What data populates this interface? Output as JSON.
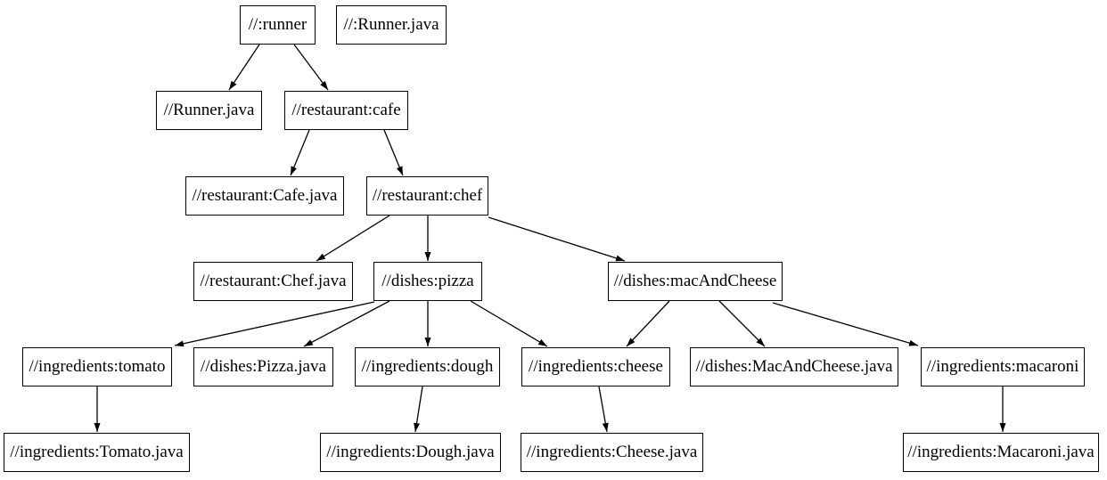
{
  "diagram": {
    "type": "dependency-graph",
    "background_color": "#ffffff",
    "node_fill": "#ffffff",
    "node_border_color": "#000000",
    "text_color": "#000000",
    "edge_color": "#000000",
    "nodes": [
      {
        "id": "runner",
        "label": "//:runner"
      },
      {
        "id": "runner-java-source",
        "label": "//:Runner.java"
      },
      {
        "id": "runner-java",
        "label": "//Runner.java"
      },
      {
        "id": "cafe",
        "label": "//restaurant:cafe"
      },
      {
        "id": "cafe-java",
        "label": "//restaurant:Cafe.java"
      },
      {
        "id": "chef",
        "label": "//restaurant:chef"
      },
      {
        "id": "chef-java",
        "label": "//restaurant:Chef.java"
      },
      {
        "id": "pizza",
        "label": "//dishes:pizza"
      },
      {
        "id": "mac-and-cheese",
        "label": "//dishes:macAndCheese"
      },
      {
        "id": "tomato",
        "label": "//ingredients:tomato"
      },
      {
        "id": "pizza-java",
        "label": "//dishes:Pizza.java"
      },
      {
        "id": "dough",
        "label": "//ingredients:dough"
      },
      {
        "id": "cheese",
        "label": "//ingredients:cheese"
      },
      {
        "id": "mac-and-cheese-java",
        "label": "//dishes:MacAndCheese.java"
      },
      {
        "id": "macaroni",
        "label": "//ingredients:macaroni"
      },
      {
        "id": "tomato-java",
        "label": "//ingredients:Tomato.java"
      },
      {
        "id": "dough-java",
        "label": "//ingredients:Dough.java"
      },
      {
        "id": "cheese-java",
        "label": "//ingredients:Cheese.java"
      },
      {
        "id": "macaroni-java",
        "label": "//ingredients:Macaroni.java"
      }
    ],
    "edges": [
      {
        "from": "//:runner",
        "to": "//Runner.java"
      },
      {
        "from": "//:runner",
        "to": "//restaurant:cafe"
      },
      {
        "from": "//restaurant:cafe",
        "to": "//restaurant:Cafe.java"
      },
      {
        "from": "//restaurant:cafe",
        "to": "//restaurant:chef"
      },
      {
        "from": "//restaurant:chef",
        "to": "//restaurant:Chef.java"
      },
      {
        "from": "//restaurant:chef",
        "to": "//dishes:pizza"
      },
      {
        "from": "//restaurant:chef",
        "to": "//dishes:macAndCheese"
      },
      {
        "from": "//dishes:pizza",
        "to": "//ingredients:tomato"
      },
      {
        "from": "//dishes:pizza",
        "to": "//dishes:Pizza.java"
      },
      {
        "from": "//dishes:pizza",
        "to": "//ingredients:dough"
      },
      {
        "from": "//dishes:pizza",
        "to": "//ingredients:cheese"
      },
      {
        "from": "//dishes:macAndCheese",
        "to": "//ingredients:cheese"
      },
      {
        "from": "//dishes:macAndCheese",
        "to": "//dishes:MacAndCheese.java"
      },
      {
        "from": "//dishes:macAndCheese",
        "to": "//ingredients:macaroni"
      },
      {
        "from": "//ingredients:tomato",
        "to": "//ingredients:Tomato.java"
      },
      {
        "from": "//ingredients:dough",
        "to": "//ingredients:Dough.java"
      },
      {
        "from": "//ingredients:cheese",
        "to": "//ingredients:Cheese.java"
      },
      {
        "from": "//ingredients:macaroni",
        "to": "//ingredients:Macaroni.java"
      }
    ]
  }
}
